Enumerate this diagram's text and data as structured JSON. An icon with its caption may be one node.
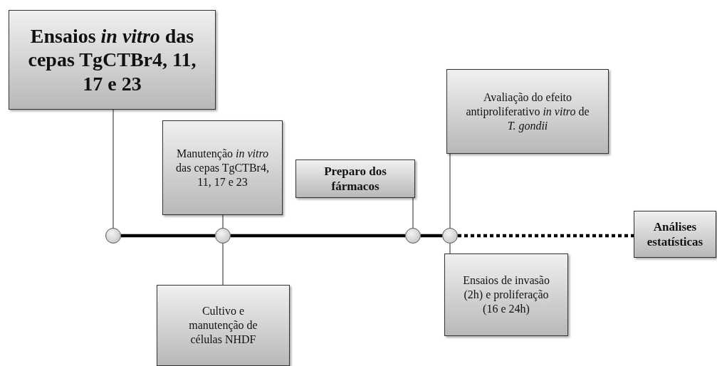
{
  "diagram": {
    "nodes": [
      {
        "text": [
          "Ensaios *in vitro* das cepas TgCTBr4, 11, 17 e 23"
        ]
      },
      {
        "text": [
          "Manutenção *in vitro* das cepas TgCTBr4, 11, 17 e 23"
        ]
      },
      {
        "text": [
          "Preparo dos fármacos"
        ]
      },
      {
        "text": [
          "Avaliação do efeito antiproliferativo *in vitro* de *T. gondii*"
        ]
      },
      {
        "text": [],
        "shape": "circle"
      },
      {
        "text": [],
        "shape": "circle"
      },
      {
        "text": [],
        "shape": "circle"
      },
      {
        "text": [],
        "shape": "circle"
      },
      {
        "text": [
          "Análises estatísticas"
        ]
      },
      {
        "text": [
          "Cultivo e manutenção de células NHDF"
        ]
      },
      {
        "text": [
          "Ensaios de invasão (2h) e proliferação (16 e 24h)"
        ]
      }
    ],
    "edges": [
      {
        "from": 0,
        "to": 4,
        "arrow": "none"
      },
      {
        "from": 1,
        "to": 5,
        "arrow": "none"
      },
      {
        "from": 5,
        "to": 9,
        "arrow": "none"
      },
      {
        "from": 2,
        "to": 6,
        "arrow": "none"
      },
      {
        "from": 3,
        "to": 7,
        "arrow": "none"
      },
      {
        "from": 7,
        "to": 10,
        "arrow": "none"
      },
      {
        "from": 4,
        "to": 5,
        "arrow": "none",
        "style": "thick"
      },
      {
        "from": 5,
        "to": 6,
        "arrow": "none",
        "style": "thick"
      },
      {
        "from": 6,
        "to": 7,
        "arrow": "none",
        "style": "thick"
      },
      {
        "from": 7,
        "to": 8,
        "arrow": "none",
        "style": "dashed"
      }
    ]
  }
}
